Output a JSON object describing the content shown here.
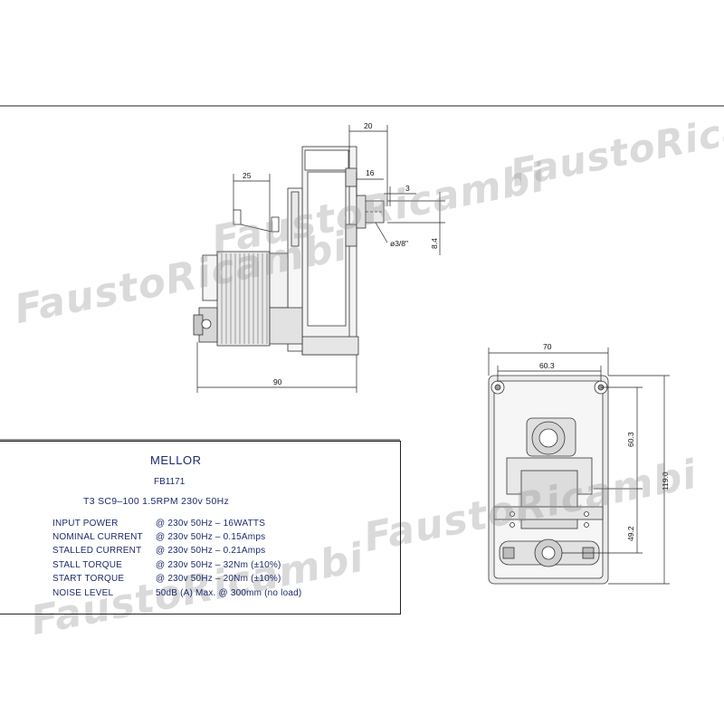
{
  "watermarks": [
    "FaustoRicambi",
    "FaustoRicambi",
    "FaustoRicambi",
    "FaustoRicambi",
    "FaustoRicambi"
  ],
  "side_view": {
    "dims": {
      "width_20": "20",
      "shaft_16": "16",
      "shaft_3": "3",
      "terminal_25": "25",
      "shaft_dia": "ø3/8\"",
      "height_8_4": "8.4",
      "length_90": "90"
    }
  },
  "front_view": {
    "dims": {
      "width_70": "70",
      "holes_60_3": "60.3",
      "vert_60_3": "60.3",
      "vert_49_2": "49.2",
      "height_119": "119.0"
    }
  },
  "specs": {
    "brand": "MELLOR",
    "model": "FB1171",
    "description": "T3  SC9–100  1.5RPM  230v  50Hz",
    "rows": [
      {
        "key": "INPUT POWER",
        "value": "@ 230v 50Hz – 16WATTS"
      },
      {
        "key": "NOMINAL CURRENT",
        "value": "@ 230v 50Hz – 0.15Amps"
      },
      {
        "key": "STALLED CURRENT",
        "value": "@ 230v 50Hz – 0.21Amps"
      },
      {
        "key": "STALL TORQUE",
        "value": "@ 230v 50Hz – 32Nm (±10%)"
      },
      {
        "key": "START TORQUE",
        "value": "@ 230v 50Hz – 20Nm (±10%)"
      },
      {
        "key": "NOISE LEVEL",
        "value": "50dB (A) Max. @ 300mm (no load)"
      }
    ]
  }
}
